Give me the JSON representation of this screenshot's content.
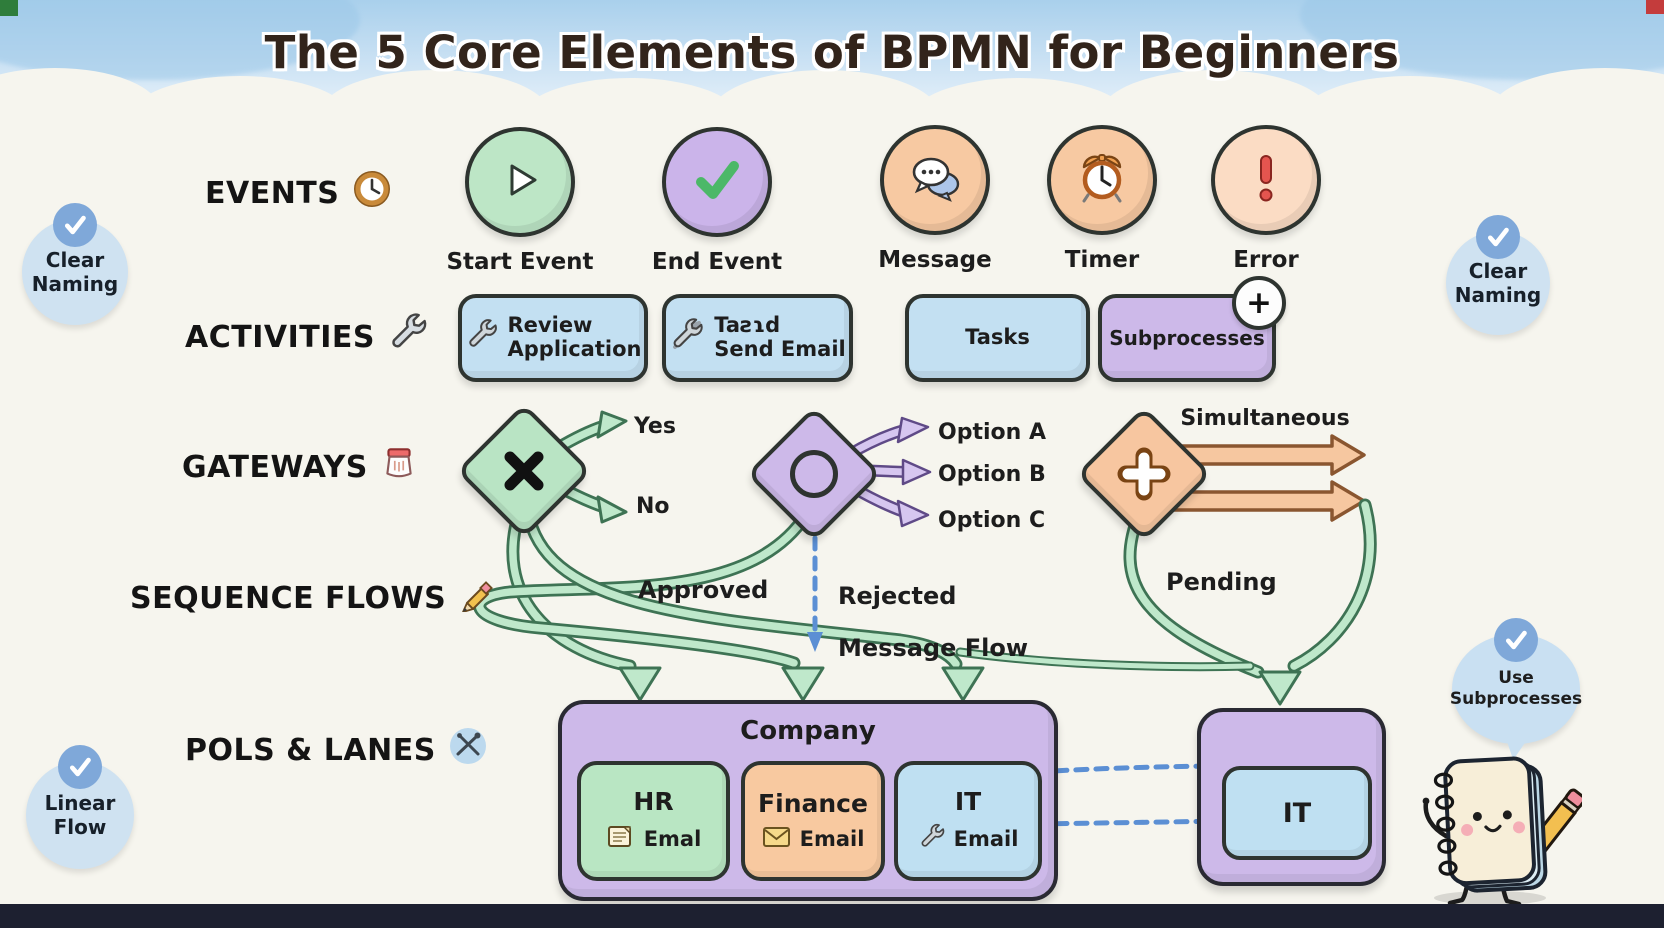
{
  "title": "The 5 Core Elements of BPMN for Beginners",
  "events": {
    "label": "EVENTS",
    "items": [
      {
        "label": "Start Event",
        "icon": "play-icon"
      },
      {
        "label": "End Event",
        "icon": "check-icon"
      },
      {
        "label": "Message",
        "icon": "chat-bubbles-icon"
      },
      {
        "label": "Timer",
        "icon": "alarm-clock-icon"
      },
      {
        "label": "Error",
        "icon": "exclamation-icon"
      }
    ]
  },
  "activities": {
    "label": "ACTIVITIES",
    "items": [
      {
        "line1": "Review",
        "line2": "Application"
      },
      {
        "line1": "Taƨɿd",
        "line2": "Send Email"
      },
      {
        "line1": "Tasks",
        "line2": ""
      },
      {
        "line1": "Subprocesses",
        "line2": "",
        "badge": "+"
      }
    ]
  },
  "gateways": {
    "label": "GATEWAYS",
    "exclusive": {
      "yes": "Yes",
      "no": "No"
    },
    "inclusive": {
      "option_a": "Option A",
      "option_b": "Option B",
      "option_c": "Option C"
    },
    "parallel": {
      "label": "Simultaneous"
    }
  },
  "sequence_flows": {
    "label": "SEQUENCE FLOWS",
    "approved": "Approved",
    "rejected": "Rejected",
    "message_flow": "Message Flow",
    "pending": "Pending"
  },
  "pools": {
    "label": "POLS & LANES",
    "company": {
      "title": "Company",
      "lanes": [
        {
          "name": "HR",
          "email": "Emal"
        },
        {
          "name": "Finance",
          "email": "Email"
        },
        {
          "name": "IT",
          "email": "Email"
        }
      ]
    },
    "external": {
      "lane": "IT"
    }
  },
  "badges": {
    "clear_naming_left": "Clear Naming",
    "clear_naming_right": "Clear Naming",
    "use_subprocesses": "Use Subprocesses",
    "linear_flow": "Linear Flow"
  },
  "colors": {
    "event_green": "#bde6c6",
    "event_purple": "#cbb4ea",
    "event_orange": "#f7c9a2",
    "event_peach": "#fbdcc4",
    "error_red": "#e4554f",
    "task_blue": "#c3e0f2",
    "task_purple": "#cdb9e9",
    "gateway_green": "#b9e4c4",
    "gateway_purple": "#cdb9e9",
    "gateway_orange": "#f7c6a0",
    "flow_green": "#bfe8cb",
    "flow_purple": "#d6c6f0",
    "flow_orange": "#f6c7a0",
    "message_flow_blue": "#5b8fd4",
    "lane_green": "#b9e6c3",
    "lane_orange": "#f8c9a0",
    "lane_blue": "#bfe0f2",
    "badge_blue": "#cfe2f1",
    "badge_check_blue": "#7fa8d9",
    "banner_blue": "#c8e0f3"
  }
}
